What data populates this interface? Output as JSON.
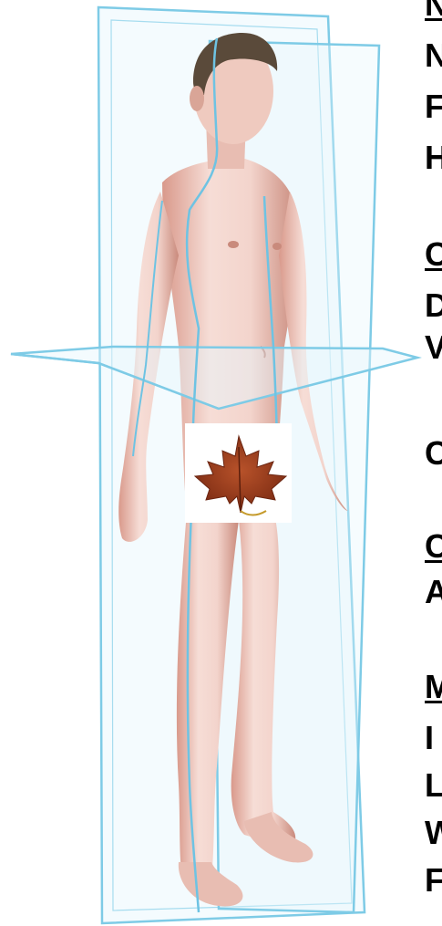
{
  "colors": {
    "plane_stroke": "#7ecbe6",
    "plane_fill": "#e6f6fc",
    "skin_light": "#f6ddd6",
    "skin_shadow": "#d9998b",
    "hair": "#5a4a3a",
    "leaf": "#9c3a1c",
    "text": "#000000"
  },
  "side_text": {
    "heading_1": "N",
    "line_1": "N",
    "line_2": "F",
    "line_3": "H",
    "heading_2": "C",
    "line_4": "D",
    "line_5": "V",
    "line_6": "C",
    "heading_3": "C",
    "line_7": "A",
    "heading_4": "M",
    "line_8": "I",
    "line_9": "L",
    "line_10": "W",
    "line_11": "F"
  }
}
